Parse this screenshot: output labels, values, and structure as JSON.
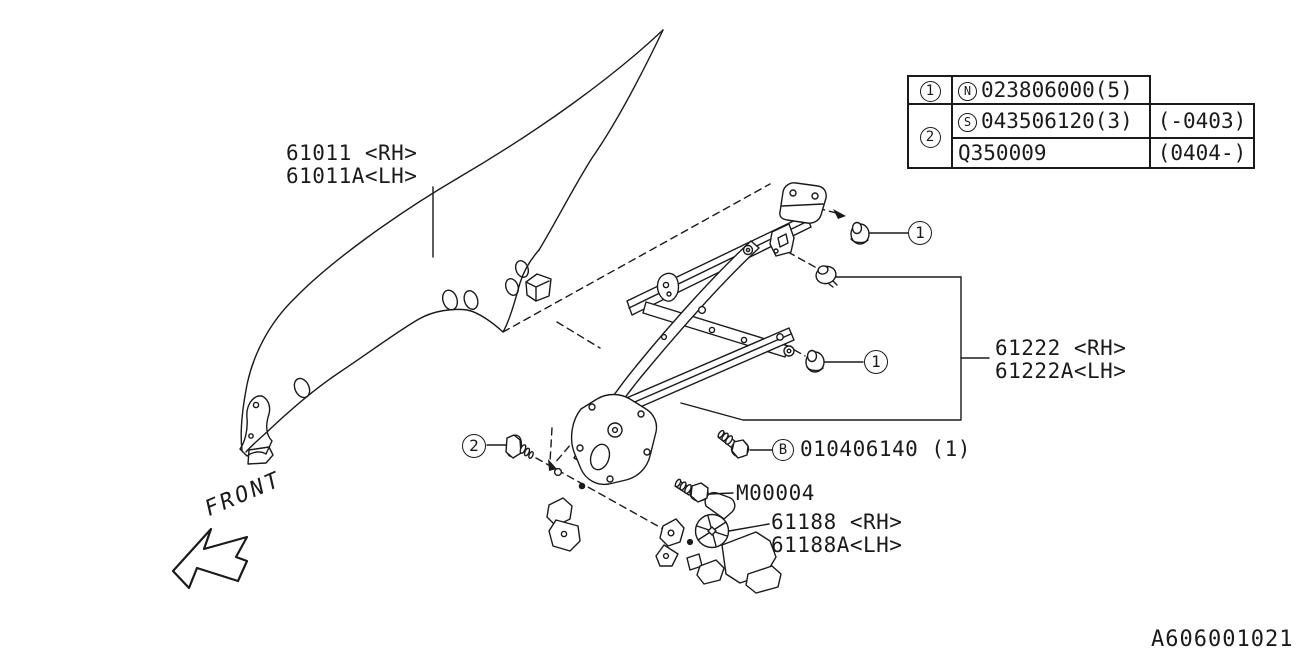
{
  "diagram": {
    "code": "A606001021",
    "front_label": "FRONT"
  },
  "labels": {
    "glass": {
      "line1": "61011 <RH>",
      "line2": "61011A<LH>"
    },
    "regulator": {
      "line1": "61222 <RH>",
      "line2": "61222A<LH>"
    },
    "motor": {
      "line1": "61188 <RH>",
      "line2": "61188A<LH>"
    },
    "motor_bolt": "M00004",
    "bolt_b": {
      "callout": "B",
      "part": "010406140 (1)"
    }
  },
  "callouts": {
    "nut_top": "1",
    "nut_lower": "1",
    "glass_bolt": "2"
  },
  "parts_table": {
    "rows": [
      {
        "ref": "1",
        "prefix": "N",
        "part": "023806000(5)",
        "date": ""
      },
      {
        "ref": "2",
        "prefix": "S",
        "part": "043506120(3)",
        "date": "(-0403)"
      },
      {
        "ref": "2",
        "prefix": "",
        "part": "Q350009",
        "date": "(0404-)"
      }
    ]
  }
}
